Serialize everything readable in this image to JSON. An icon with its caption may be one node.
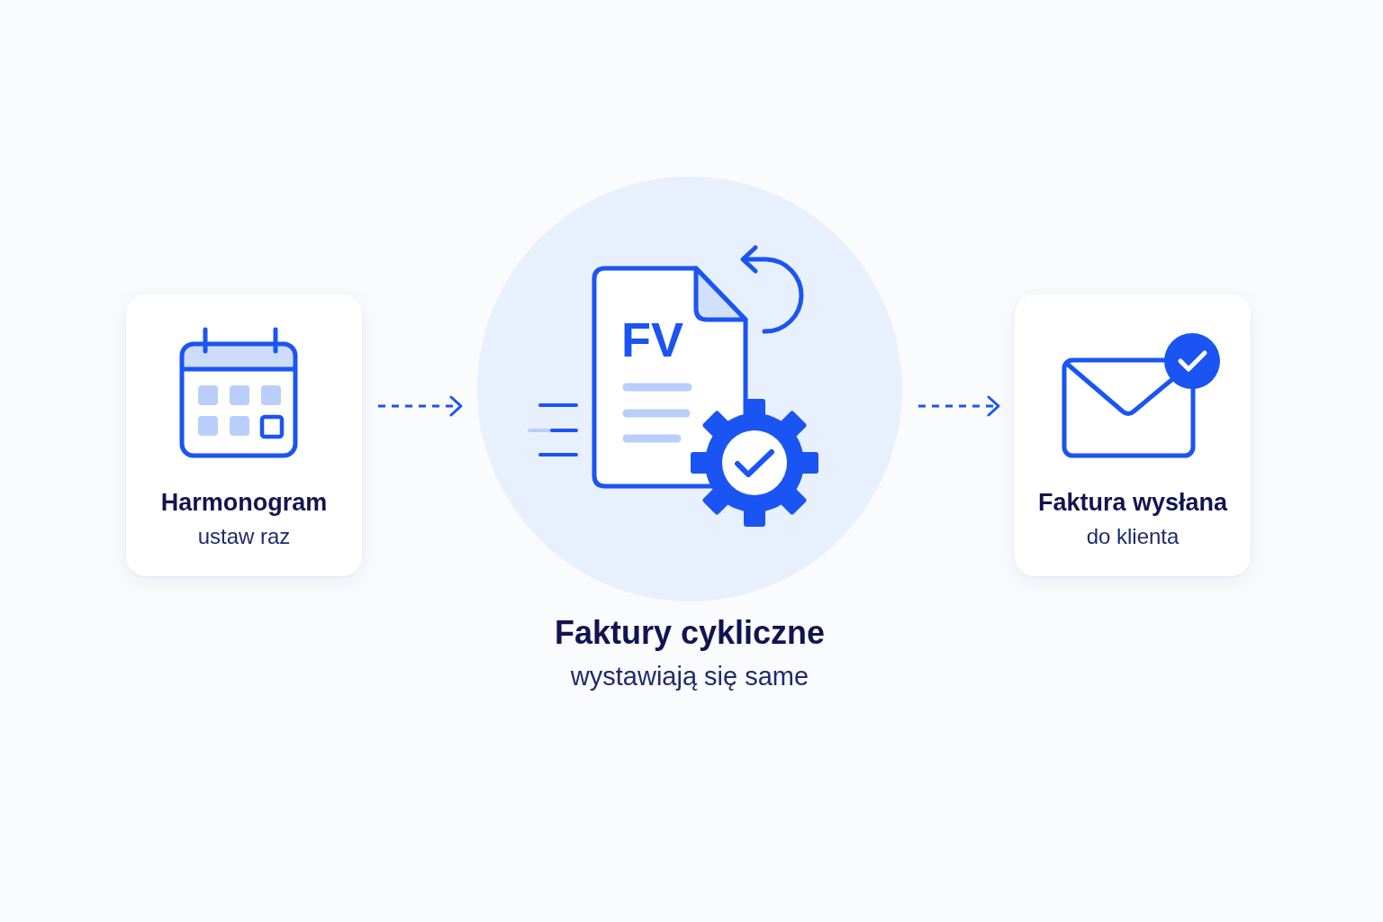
{
  "diagram": {
    "nodes": [
      {
        "text": [
          "Harmonogram",
          "ustaw raz"
        ]
      },
      {
        "text": [
          "FV",
          "Faktury cykliczne",
          "wystawiają się same"
        ]
      },
      {
        "text": [
          "Faktura wysłana",
          "do klienta"
        ]
      }
    ],
    "edges": [
      {
        "from": 0,
        "to": 1,
        "arrow": "to",
        "style": "dashed"
      },
      {
        "from": 1,
        "to": 2,
        "arrow": "to",
        "style": "dashed"
      }
    ]
  }
}
